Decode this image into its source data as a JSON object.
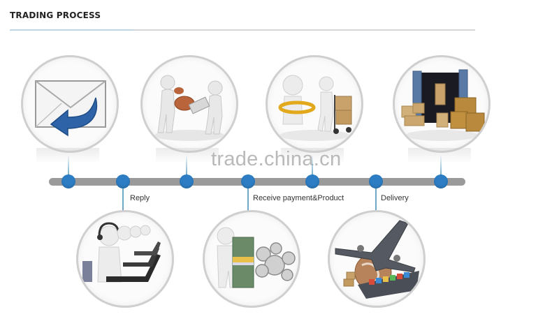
{
  "header": {
    "title": "TRADING  PROCESS"
  },
  "watermark": "trade.china.cn",
  "colors": {
    "node_blue": "#2c7dc3",
    "bar_gray": "#9a9a9a",
    "stem_blue": "#6fa8c6",
    "rule_blue": "#bcd6e6"
  },
  "timeline": {
    "nodes_x": [
      98,
      176,
      267,
      355,
      447,
      538,
      631
    ],
    "labels": [
      {
        "text": "Reply",
        "node": 2
      },
      {
        "text": "Receive payment&Product",
        "node": 4
      },
      {
        "text": "Delivery",
        "node": 6
      }
    ]
  },
  "steps_top": [
    {
      "icon": "envelope-reply-icon",
      "description": "Inquiry email"
    },
    {
      "icon": "contract-stamp-icon",
      "description": "Sign contract"
    },
    {
      "icon": "inspection-cart-icon",
      "description": "Quality check and loading"
    },
    {
      "icon": "container-loading-icon",
      "description": "Container loading"
    }
  ],
  "steps_bottom": [
    {
      "icon": "customer-service-icon",
      "description": "Reply"
    },
    {
      "icon": "money-gears-icon",
      "description": "Receive payment & Product"
    },
    {
      "icon": "plane-ship-globe-icon",
      "description": "Delivery"
    }
  ]
}
